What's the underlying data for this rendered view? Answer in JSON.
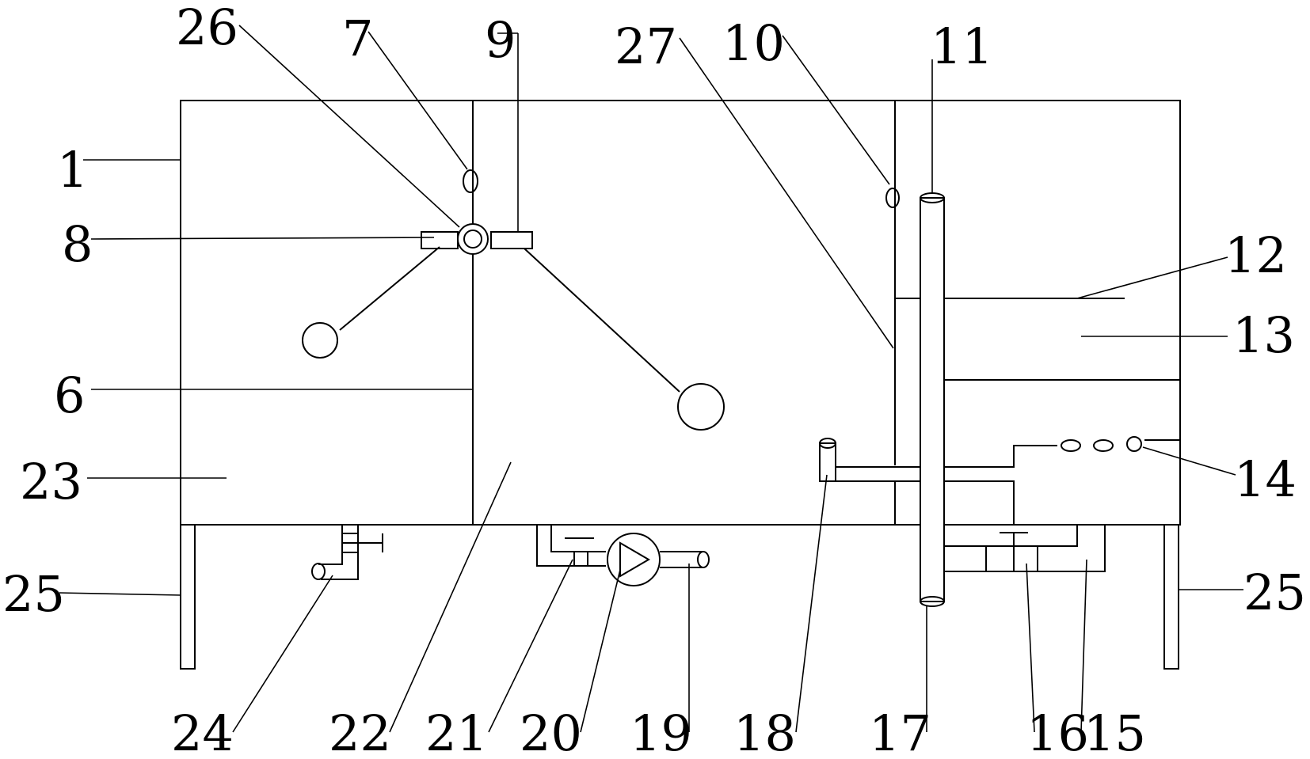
{
  "labels": {
    "l1": "1",
    "l6": "6",
    "l7": "7",
    "l8": "8",
    "l9": "9",
    "l10": "10",
    "l11": "11",
    "l12": "12",
    "l13": "13",
    "l14": "14",
    "l15": "15",
    "l16": "16",
    "l17": "17",
    "l18": "18",
    "l19": "19",
    "l20": "20",
    "l21": "21",
    "l22": "22",
    "l23": "23",
    "l24": "24",
    "l25_left": "25",
    "l25_right": "25",
    "l26": "26",
    "l27": "27"
  },
  "colors": {
    "line": "#000000",
    "background": "#ffffff"
  }
}
